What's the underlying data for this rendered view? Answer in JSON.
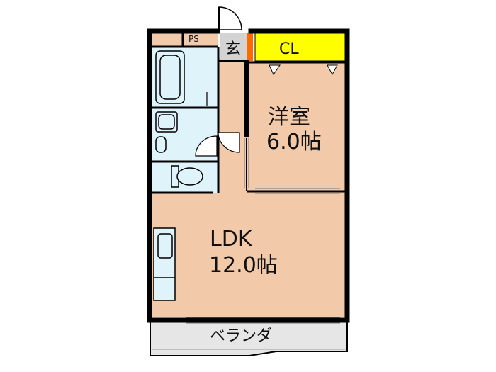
{
  "floorplan": {
    "rooms": {
      "western_room": {
        "name": "洋室",
        "size": "6.0帖"
      },
      "ldk": {
        "name": "LDK",
        "size": "12.0帖"
      },
      "closet": {
        "name": "CL"
      },
      "entrance": {
        "name": "玄"
      },
      "pipe_space": {
        "name": "PS"
      },
      "balcony": {
        "name": "ベランダ"
      }
    },
    "colors": {
      "floor": "#f2c9a9",
      "wet_area": "#dff3fb",
      "closet": "#ffff00",
      "entrance": "#d3d3d3",
      "balcony": "#e6e6e6",
      "accent": "#ff6a00",
      "wall": "#000000"
    }
  }
}
